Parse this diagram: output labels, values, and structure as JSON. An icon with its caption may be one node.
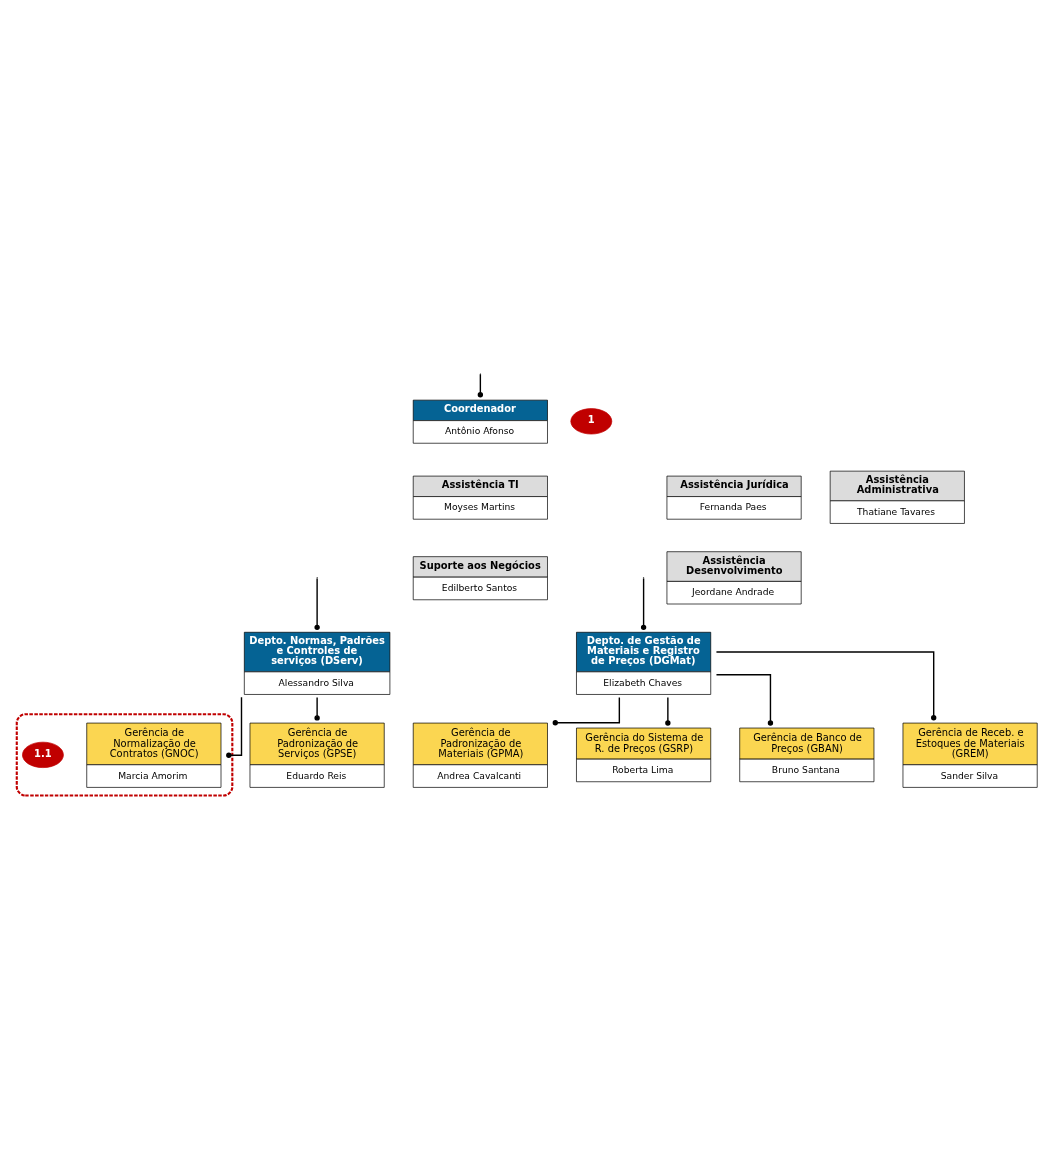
{
  "diagram": {
    "nodes": [
      {
        "text": [
          "Coordenador",
          "Antônio Afonso"
        ]
      },
      {
        "text": [
          "1"
        ]
      },
      {
        "text": [
          "Assistência Jurídica",
          "Fernanda Paes"
        ]
      },
      {
        "text": [
          "Assistência TI",
          "Moyses Martins"
        ]
      },
      {
        "text": [
          "Assistência Administrativa",
          "Thatiane Tavares"
        ]
      },
      {
        "text": [
          "Assistência Desenvolvimento",
          "Jeordane Andrade"
        ]
      },
      {
        "text": [
          "Suporte aos Negócios",
          "Edilberto Santos"
        ]
      },
      {
        "text": [
          "Depto. Normas, Padrões e Controles de serviços (DServ)",
          "Alessandro Silva"
        ]
      },
      {
        "text": [
          "Depto. de Gestão de Materiais e Registro de Preços (DGMat)",
          "Elizabeth Chaves"
        ]
      },
      {
        "text": [],
        "shape": "ellipse"
      },
      {
        "text": [
          "Gerência de Normalização de Contratos (GNOC)",
          "Marcia Amorim"
        ],
        "in": 9
      },
      {
        "text": [
          "1.1"
        ],
        "in": 9
      },
      {
        "text": [
          "Gerência de Padronização de Materiais (GPMA)",
          "Andrea Cavalcanti"
        ]
      },
      {
        "text": [
          "Gerência do Sistema de R. de Preços (GSRP)",
          "Roberta Lima"
        ]
      },
      {
        "text": [
          "Gerência de Padronização de Serviços (GPSE)",
          "Eduardo Reis"
        ]
      },
      {
        "text": [
          "Gerência de Banco de Preços (GBAN)",
          "Bruno Santana"
        ]
      },
      {
        "text": [
          "Gerência de Receb. e Estoques de Materiais (GREM)",
          "Sander Silva"
        ]
      }
    ],
    "edges": [
      {
        "from": null,
        "to": 0,
        "arrow": "other"
      },
      {
        "from": null,
        "to": 7,
        "arrow": "other"
      },
      {
        "from": null,
        "to": 8,
        "arrow": "other"
      },
      {
        "from": 7,
        "to": 10,
        "arrow": "other"
      },
      {
        "from": 7,
        "to": 14,
        "arrow": "other"
      },
      {
        "from": 8,
        "to": 12,
        "arrow": "other"
      },
      {
        "from": 8,
        "to": 13,
        "arrow": "other"
      },
      {
        "from": 8,
        "to": 15,
        "arrow": "other"
      },
      {
        "from": 8,
        "to": 16,
        "arrow": "other"
      }
    ]
  }
}
